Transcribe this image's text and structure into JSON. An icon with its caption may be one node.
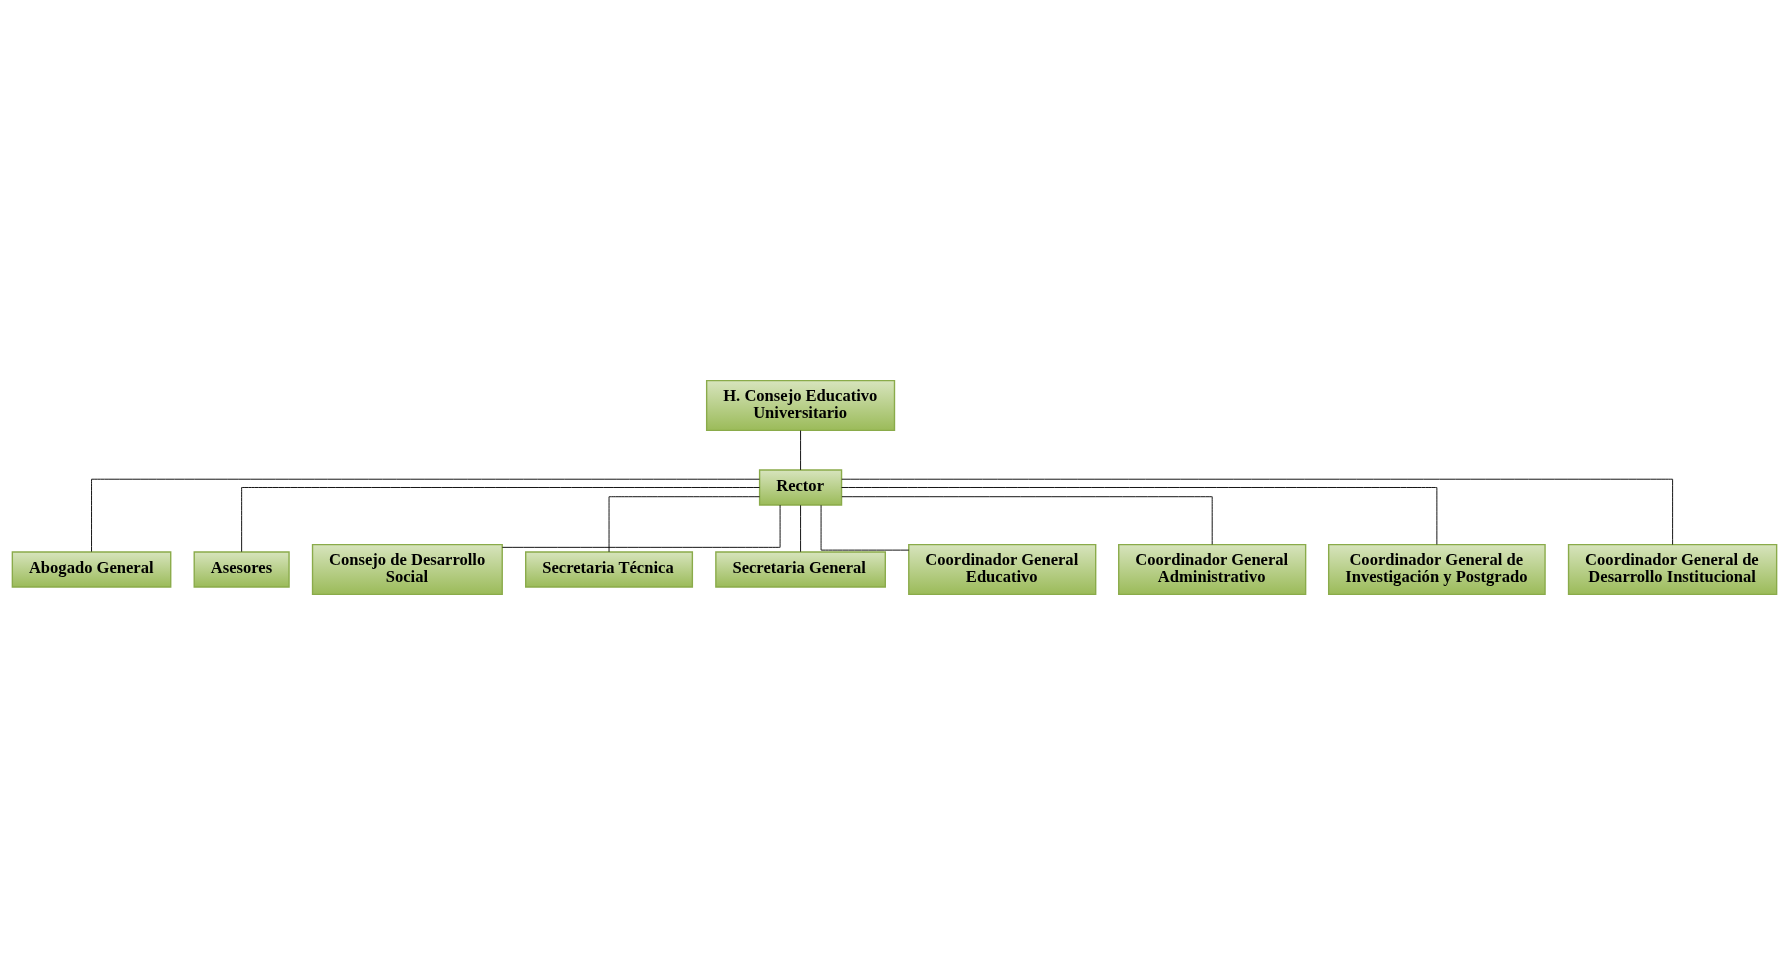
{
  "diagram": {
    "nodes": [
      {
        "text": [
          "H. Consejo Educativo Universitario"
        ]
      },
      {
        "text": [
          "Rector"
        ]
      },
      {
        "text": [
          "Abogado General"
        ]
      },
      {
        "text": [
          "Asesores"
        ]
      },
      {
        "text": [
          "Consejo de Desarrollo Social"
        ]
      },
      {
        "text": [
          "Secretaria Técnica"
        ]
      },
      {
        "text": [
          "Secretaria General"
        ]
      },
      {
        "text": [
          "Coordinador General Educativo"
        ]
      },
      {
        "text": [
          "Coordinador General Administrativo"
        ]
      },
      {
        "text": [
          "Coordinador General de Investigación y Postgrado"
        ]
      },
      {
        "text": [
          "Coordinador General de Desarrollo Institucional"
        ]
      }
    ],
    "edges": [
      {
        "from": 0,
        "to": 1,
        "arrow": "none"
      },
      {
        "from": 1,
        "to": 2,
        "arrow": "none"
      },
      {
        "from": 1,
        "to": 3,
        "arrow": "none"
      },
      {
        "from": 1,
        "to": 4,
        "arrow": "none"
      },
      {
        "from": 1,
        "to": 5,
        "arrow": "none"
      },
      {
        "from": 1,
        "to": 6,
        "arrow": "none"
      },
      {
        "from": 1,
        "to": 7,
        "arrow": "none"
      },
      {
        "from": 1,
        "to": 8,
        "arrow": "none"
      },
      {
        "from": 1,
        "to": 9,
        "arrow": "none"
      },
      {
        "from": 1,
        "to": 10,
        "arrow": "none"
      }
    ]
  }
}
